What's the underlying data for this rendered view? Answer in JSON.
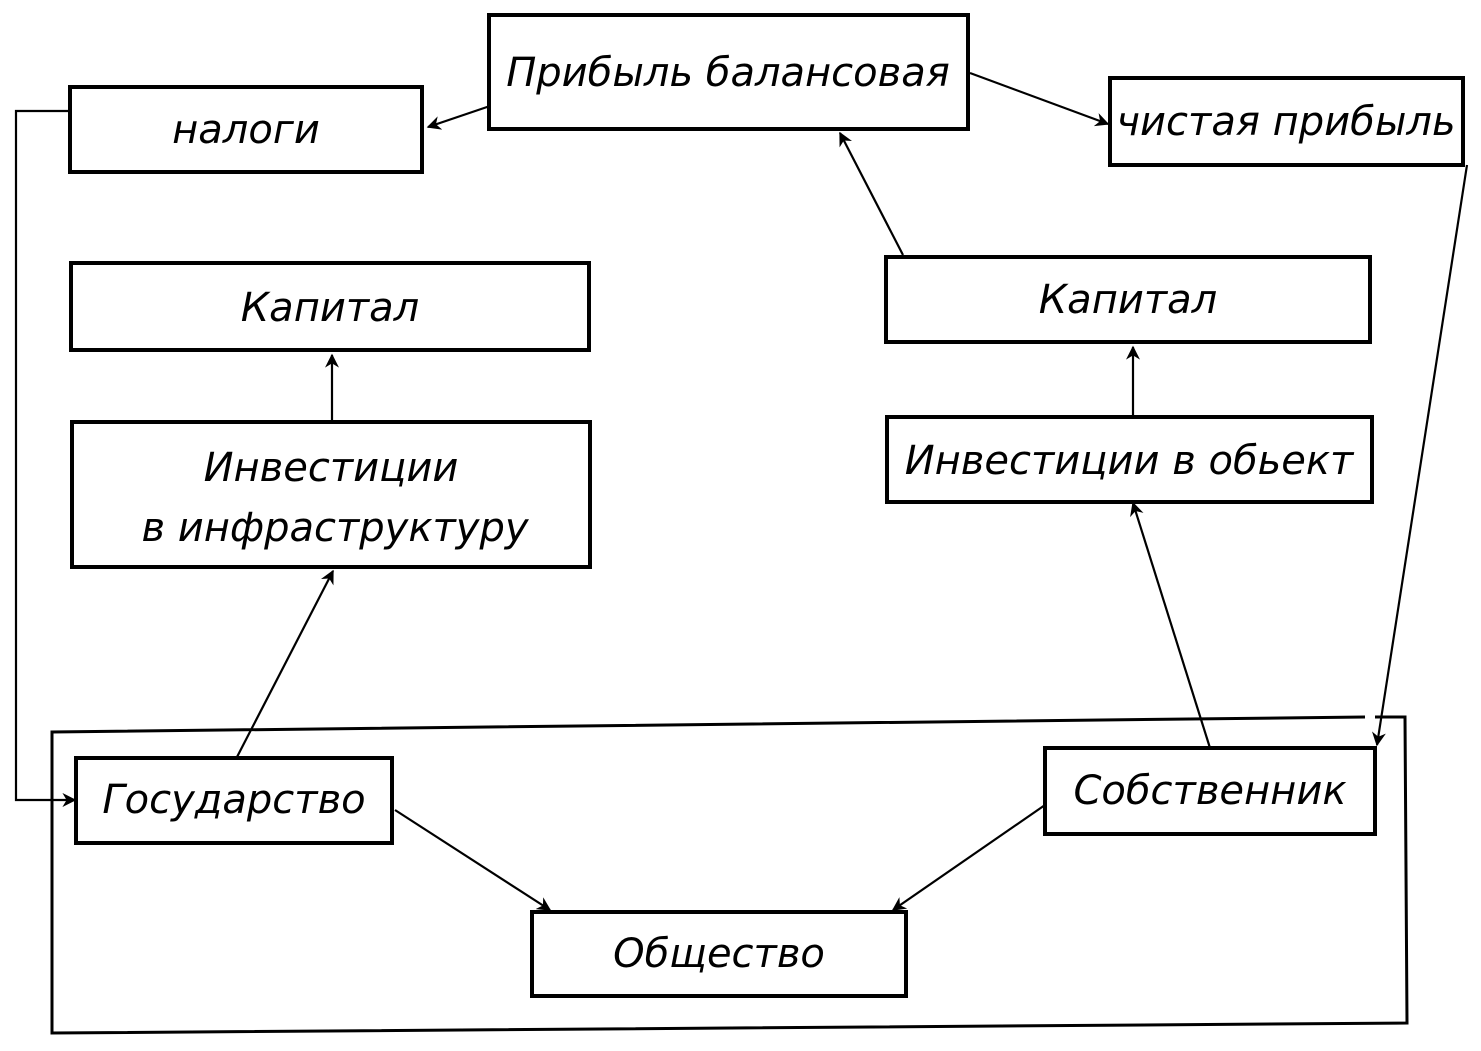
{
  "nodes": {
    "profit_balance": "Прибыль балансовая",
    "taxes": "налоги",
    "net_profit": "чистая прибыль",
    "capital_left": "Капитал",
    "capital_right": "Капитал",
    "invest_infra_line1": "Инвестиции",
    "invest_infra_line2": "в инфраструктуру",
    "invest_object": "Инвестиции в обьект",
    "state": "Государство",
    "owner": "Собственник",
    "society": "Общество"
  },
  "colors": {
    "line": "#000000",
    "background": "#ffffff"
  }
}
